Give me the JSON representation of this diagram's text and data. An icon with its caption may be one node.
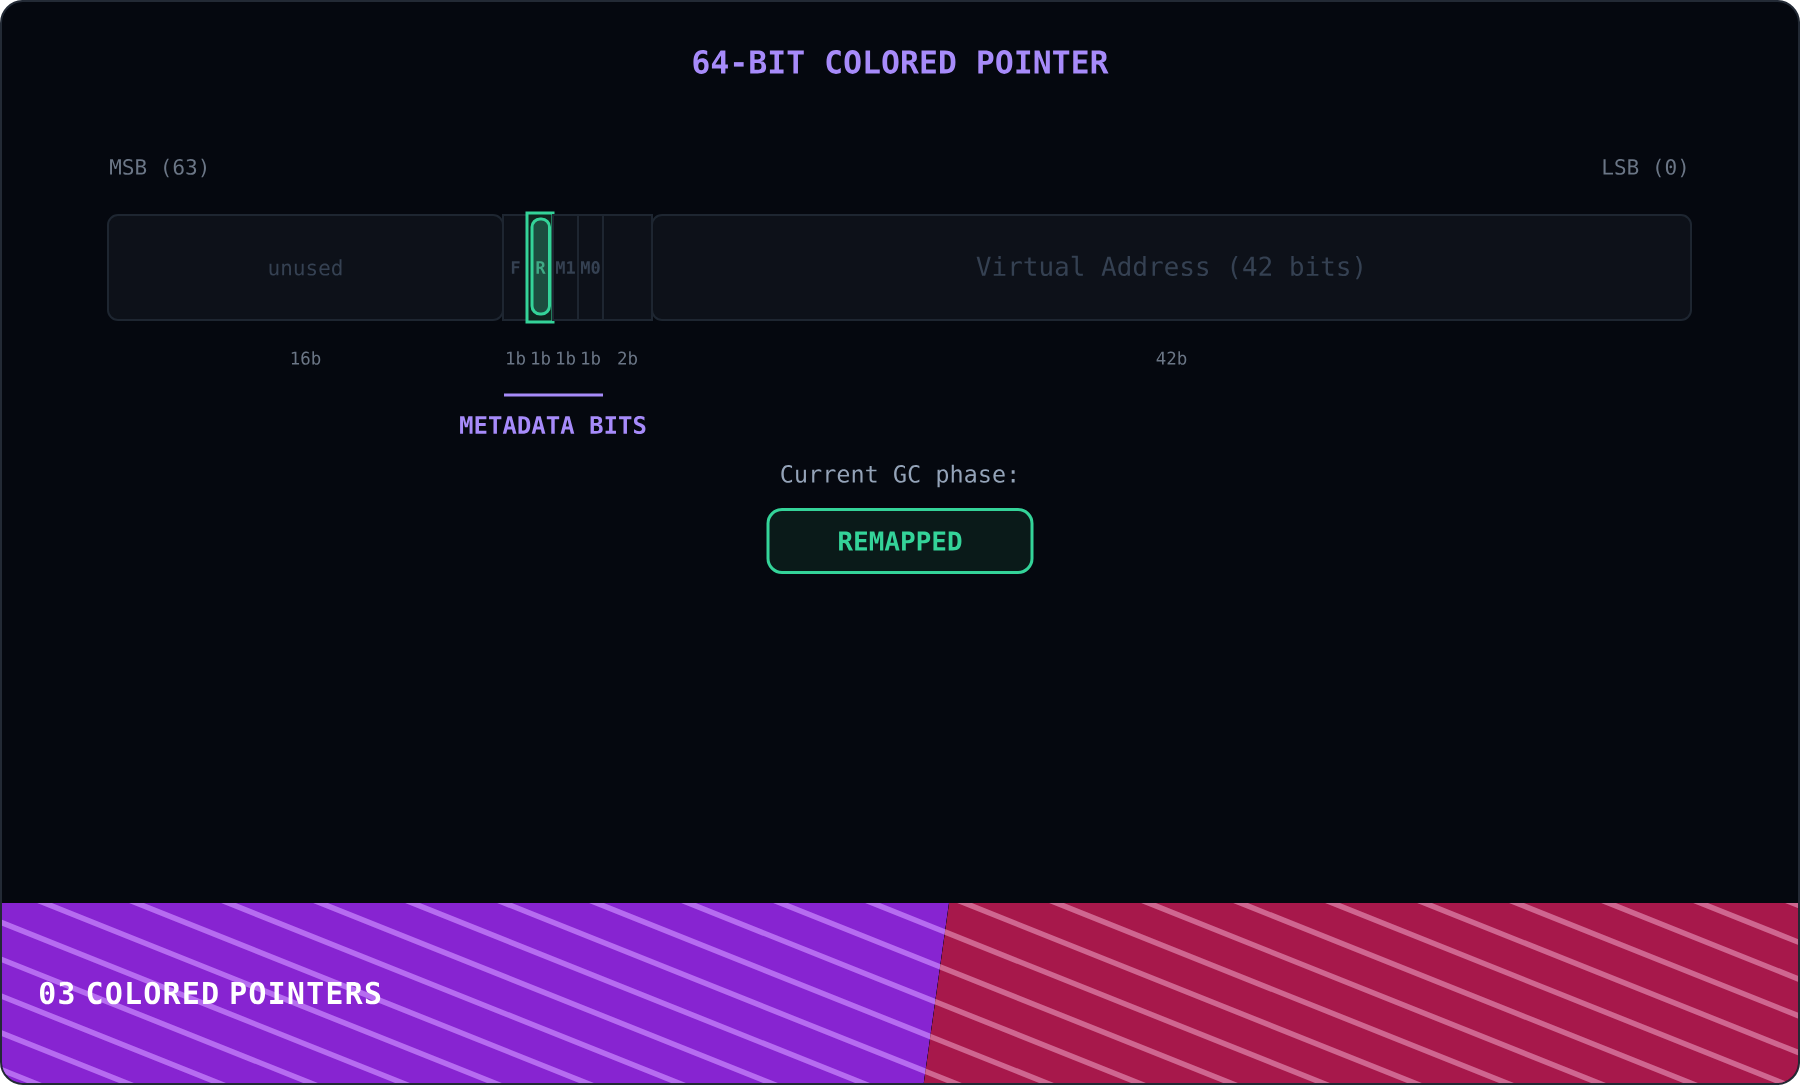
{
  "diagram": {
    "title": "64-BIT COLORED POINTER",
    "nodes": [
      {
        "text": [
          "unused"
        ],
        "beside": [
          "16b"
        ]
      },
      {
        "text": [
          "F"
        ],
        "beside": [
          "1b"
        ]
      },
      {
        "text": [
          "R"
        ],
        "beside": [
          "1b"
        ]
      },
      {
        "text": [
          "M1"
        ],
        "beside": [
          "1b"
        ]
      },
      {
        "text": [
          "M0"
        ],
        "beside": [
          "1b"
        ]
      },
      {
        "text": [],
        "shape": "box",
        "beside": [
          "2b"
        ]
      },
      {
        "text": [
          "Virtual Address (42 bits)"
        ],
        "beside": [
          "42b"
        ]
      },
      {
        "text": [
          "REMAPPED"
        ],
        "beside": [
          "Current GC phase:"
        ]
      },
      {
        "text": [
          "03 COLORED POINTERS"
        ]
      }
    ],
    "labels": [
      "MSB (63)",
      "LSB (0)",
      "METADATA BITS"
    ]
  }
}
